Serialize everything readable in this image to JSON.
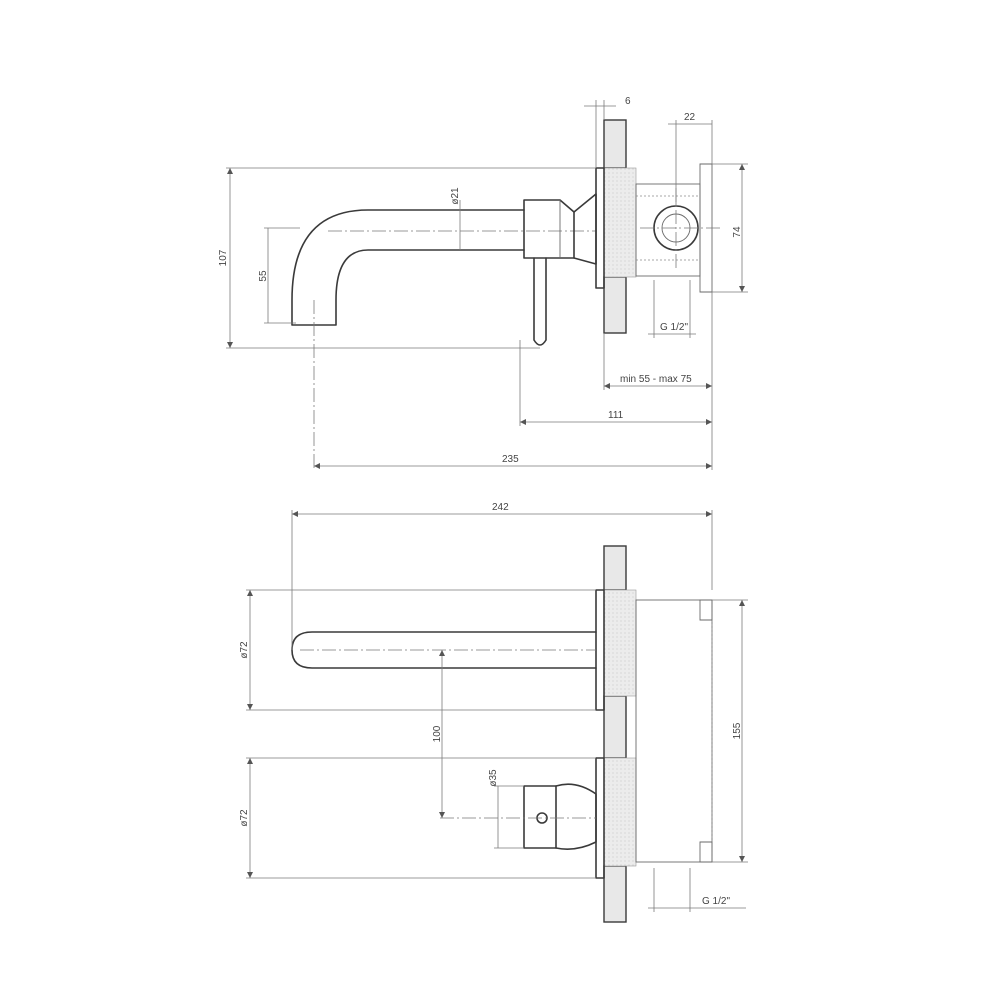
{
  "side_view": {
    "dim_wall_plate": "6",
    "dim_body_depth": "22",
    "dim_spout_diameter": "ø21",
    "dim_body_height": "74",
    "dim_overall_height": "107",
    "dim_spout_drop": "55",
    "dim_thread": "G 1/2\"",
    "dim_wall_range": "min 55 - max 75",
    "dim_handle_offset": "111",
    "dim_total_length": "235"
  },
  "front_view": {
    "dim_total_length": "242",
    "dim_spout_plate": "ø72",
    "dim_spacing": "100",
    "dim_handle_plate": "ø72",
    "dim_handle_diameter": "ø35",
    "dim_body_height": "155",
    "dim_thread": "G 1/2\""
  }
}
